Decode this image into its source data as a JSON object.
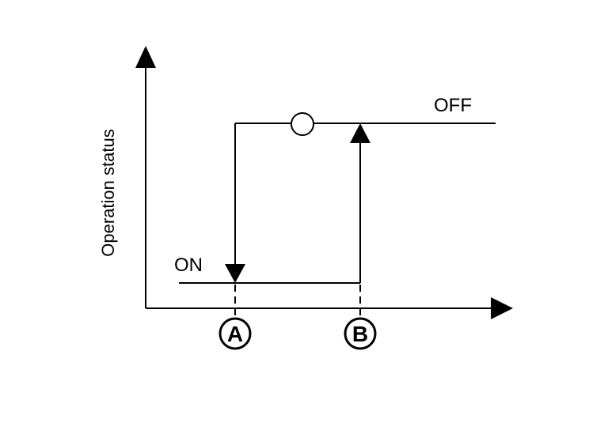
{
  "diagram": {
    "y_axis_label": "Operation  status",
    "state_high_label": "OFF",
    "state_low_label": "ON",
    "point_a_label": "A",
    "point_b_label": "B",
    "colors": {
      "line": "#000000",
      "background": "#ffffff"
    }
  }
}
